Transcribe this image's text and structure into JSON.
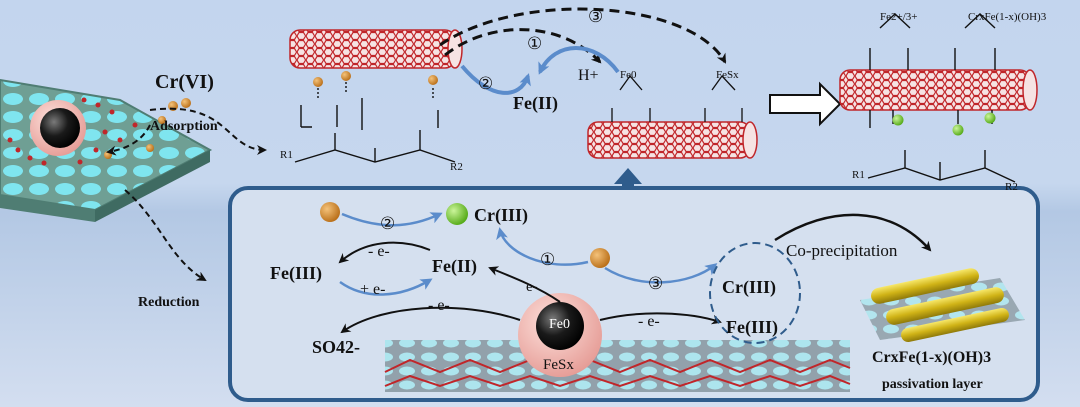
{
  "labels": {
    "cr6": "Cr(VI)",
    "adsorption": "Adsorption",
    "reduction": "Reduction",
    "fe2_top": "Fe(II)",
    "h_plus": "H+",
    "fe0_top": "Fe0",
    "fesx_top": "FeSx",
    "cr3_top": "Cr(III)",
    "fe3_left": "Fe(III)",
    "fe2_mid": "Fe(II)",
    "minus_e1": "- e-",
    "plus_e": "+ e-",
    "minus_e2": "- e-",
    "e_minus": "e-",
    "minus_e3": "- e-",
    "so4": "SO42-",
    "fe0_core": "Fe0",
    "fesx_shell": "FeSx",
    "cr3_right": "Cr(III)",
    "fe3_right": "Fe(III)",
    "coprecip": "Co-precipitation",
    "passivation_formula": "CrxFe(1-x)(OH)3",
    "passivation_layer": "passivation layer",
    "top_right_fe": "Fe2+/3+",
    "top_right_cr": "CrxFe(1-x)(OH)3",
    "r1_left": "R1",
    "r2_left": "R2",
    "r1_right": "R1",
    "r2_right": "R2"
  },
  "step_numbers": [
    "①",
    "②",
    "③",
    "②",
    "①",
    "③"
  ],
  "colors": {
    "background_top": "#c4d6ee",
    "background_mid": "#b8cbe5",
    "box_fill": "#d8e3f1",
    "box_stroke": "#2f5c8c",
    "arrow_blue": "#5b8ccb",
    "arrow_black": "#111111",
    "cr6_particle": "#d48a2a",
    "cr3_particle": "#7fd12e",
    "nanotube": "#c0262a",
    "sheet": "#5f8f84",
    "passivation": "#c9b21a",
    "shell": "#f3b7b0"
  }
}
